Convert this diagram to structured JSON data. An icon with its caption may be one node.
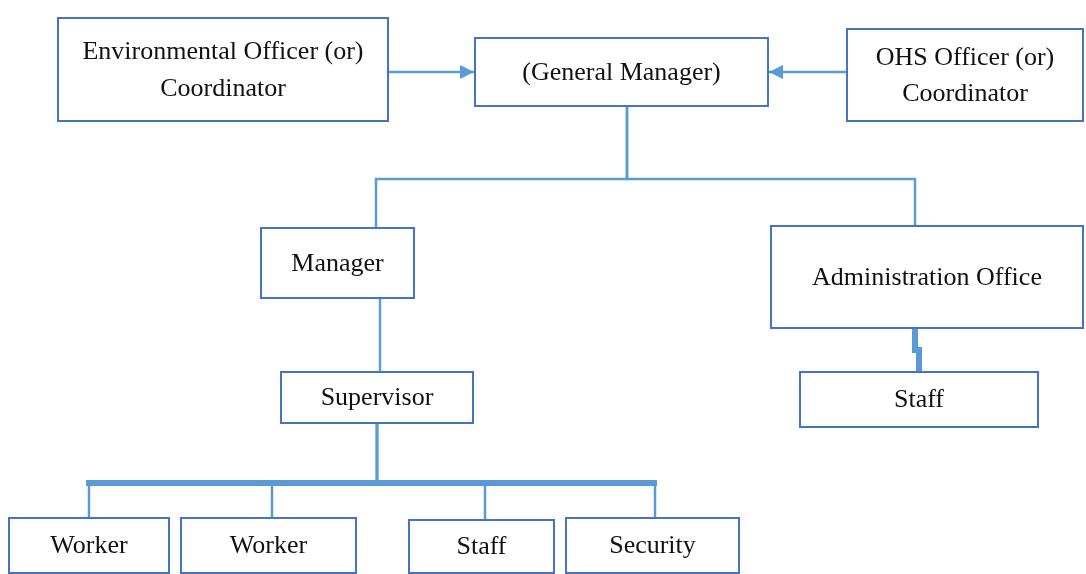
{
  "diagram": {
    "nodes": [
      {
        "text": [
          "Environmental Officer (or) Coordinator"
        ]
      },
      {
        "text": [
          "(General Manager)"
        ]
      },
      {
        "text": [
          "OHS Officer (or) Coordinator"
        ]
      },
      {
        "text": [
          "Manager"
        ]
      },
      {
        "text": [
          "Administration Office"
        ]
      },
      {
        "text": [
          "Supervisor"
        ]
      },
      {
        "text": [
          "Staff"
        ]
      },
      {
        "text": [
          "Worker"
        ]
      },
      {
        "text": [
          "Worker"
        ]
      },
      {
        "text": [
          "Staff"
        ]
      },
      {
        "text": [
          "Security"
        ]
      }
    ],
    "edges": [
      {
        "from": 0,
        "to": 1,
        "arrow": "to"
      },
      {
        "from": 2,
        "to": 1,
        "arrow": "to"
      },
      {
        "from": 1,
        "to": 3,
        "arrow": "none"
      },
      {
        "from": 1,
        "to": 4,
        "arrow": "none"
      },
      {
        "from": 3,
        "to": 5,
        "arrow": "none"
      },
      {
        "from": 4,
        "to": 6,
        "arrow": "none",
        "style": "thick"
      },
      {
        "from": 5,
        "to": 7,
        "arrow": "none"
      },
      {
        "from": 5,
        "to": 8,
        "arrow": "none"
      },
      {
        "from": 5,
        "to": 9,
        "arrow": "none"
      },
      {
        "from": 5,
        "to": 10,
        "arrow": "none"
      }
    ]
  }
}
